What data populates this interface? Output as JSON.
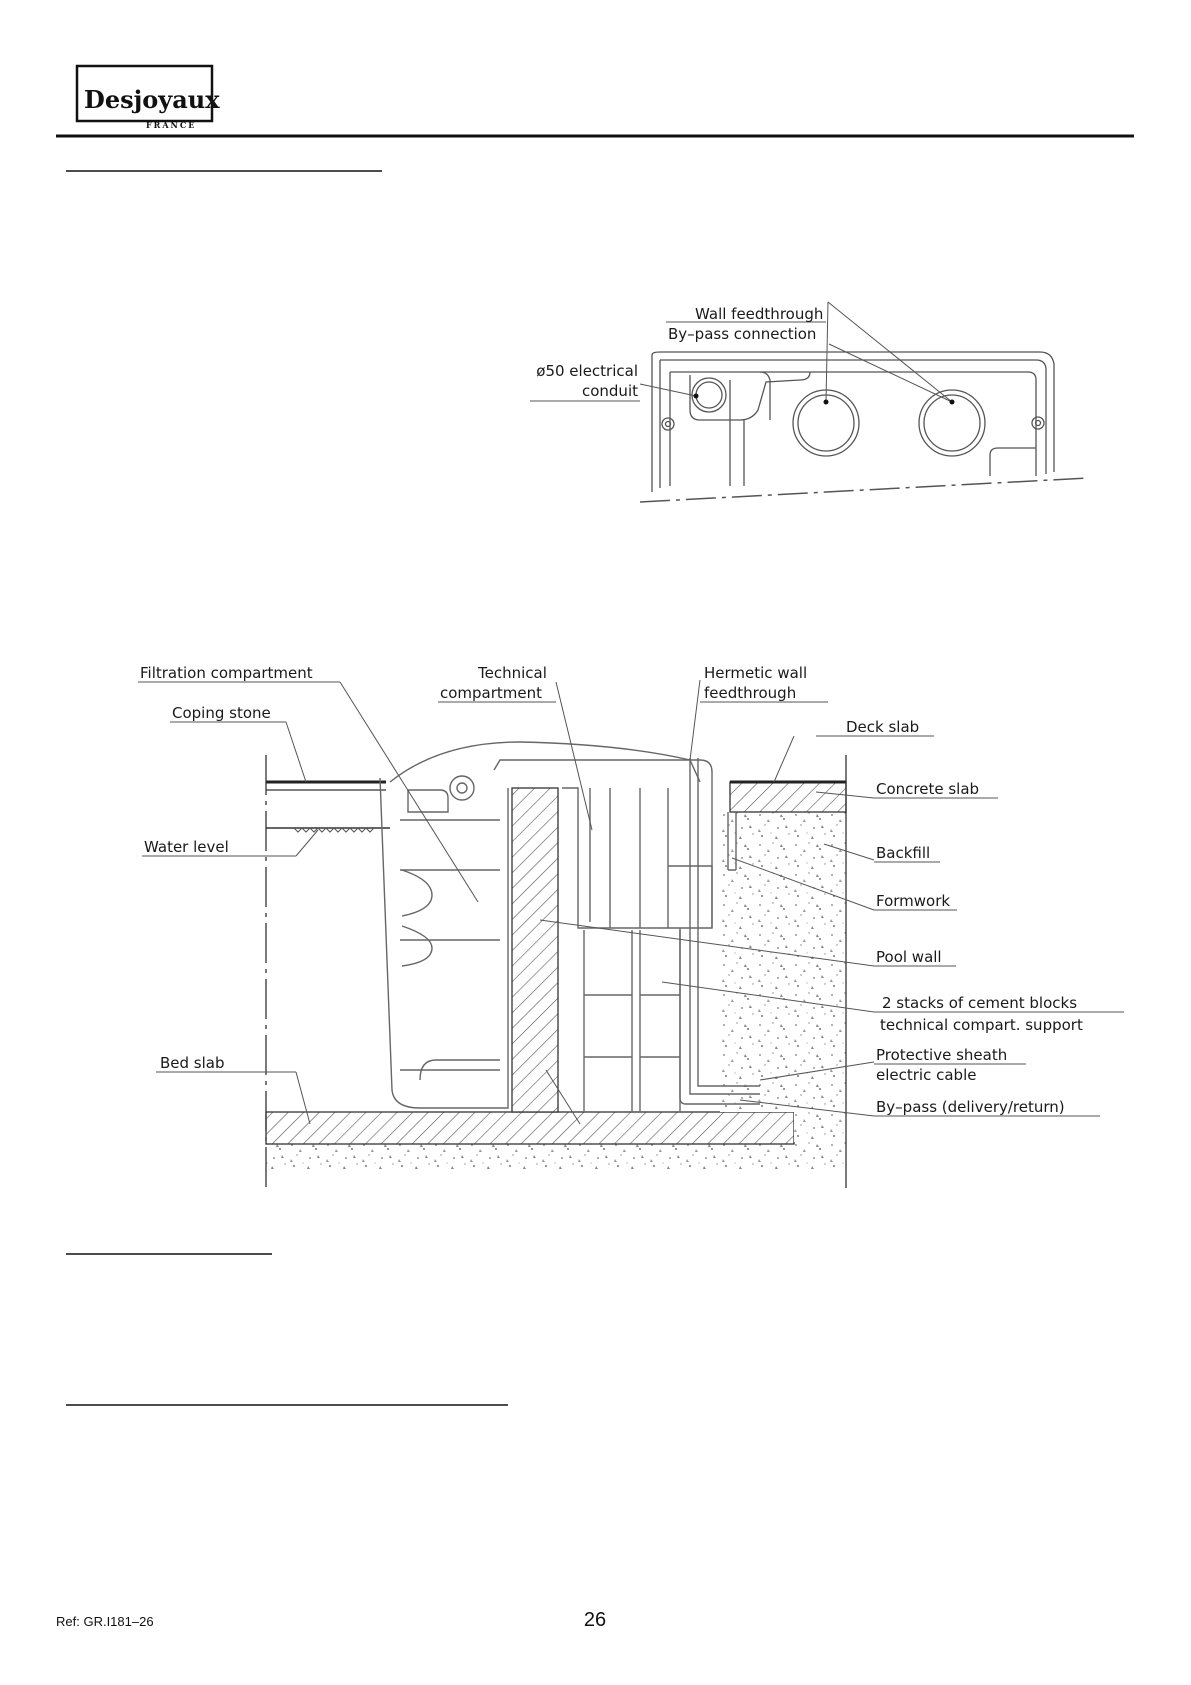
{
  "header": {
    "logo": {
      "brand": "Desjoyaux",
      "country": "FRANCE"
    }
  },
  "top_view": {
    "labels": {
      "wall_feedthrough": "Wall feedthrough",
      "bypass_connection": "By–pass connection",
      "conduit_line1": "ø50 electrical",
      "conduit_line2": "conduit"
    }
  },
  "section_view": {
    "labels": {
      "filtration_compartment": "Filtration compartment",
      "coping_stone": "Coping stone",
      "technical_line1": "Technical",
      "technical_line2": "compartment",
      "hermetic_line1": "Hermetic wall",
      "hermetic_line2": "feedthrough",
      "deck_slab": "Deck slab",
      "concrete_slab": "Concrete slab",
      "water_level": "Water level",
      "backfill": "Backfill",
      "formwork": "Formwork",
      "pool_wall": "Pool wall",
      "blocks_line1": "2 stacks of cement blocks",
      "blocks_line2": "technical compart. support",
      "sheath_line1": "Protective sheath",
      "sheath_line2": "electric cable",
      "bypass": "By–pass (delivery/return)",
      "bed_slab": "Bed slab"
    }
  },
  "footer": {
    "ref": "Ref:  GR.I181–26",
    "page_number": "26"
  }
}
